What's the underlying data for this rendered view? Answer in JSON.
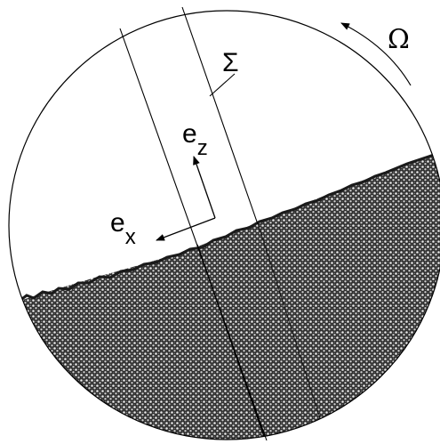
{
  "diagram": {
    "labels": {
      "omega": "Ω",
      "sigma": "Σ",
      "ez_base": "e",
      "ez_sub": "z",
      "ex_base": "e",
      "ex_sub": "x"
    },
    "colors": {
      "stroke": "#000000",
      "background": "#ffffff",
      "granular_dark": "#2a2a2a",
      "granular_light": "#e6e6e6"
    },
    "icons": {
      "rotation_arrow": "curved-arrow-icon",
      "axis_arrow": "arrow-icon"
    }
  }
}
